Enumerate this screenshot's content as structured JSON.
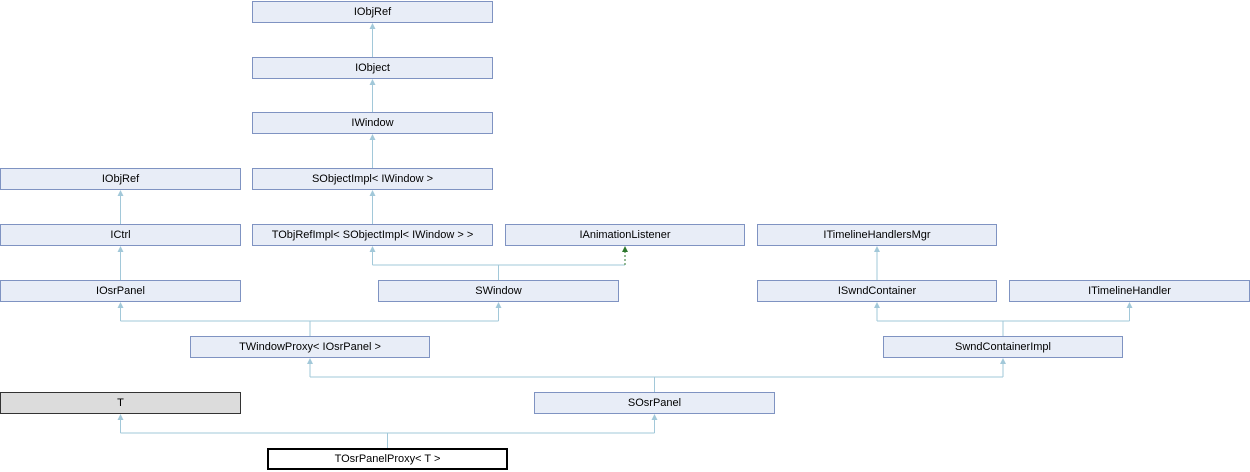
{
  "diagram": {
    "type": "class-inheritance-diagram",
    "nodes": [
      {
        "id": "iobjref_top",
        "label": "IObjRef",
        "style": "normal"
      },
      {
        "id": "iobject",
        "label": "IObject",
        "style": "normal"
      },
      {
        "id": "iwindow",
        "label": "IWindow",
        "style": "normal"
      },
      {
        "id": "iobjref_left",
        "label": "IObjRef",
        "style": "normal"
      },
      {
        "id": "sobjectimpl",
        "label": "SObjectImpl< IWindow >",
        "style": "normal"
      },
      {
        "id": "ictrl",
        "label": "ICtrl",
        "style": "normal"
      },
      {
        "id": "tobjrefimpl",
        "label": "TObjRefImpl< SObjectImpl< IWindow > >",
        "style": "normal"
      },
      {
        "id": "ianimationlistener",
        "label": "IAnimationListener",
        "style": "normal"
      },
      {
        "id": "itimelinehandlersmgr",
        "label": "ITimelineHandlersMgr",
        "style": "normal"
      },
      {
        "id": "iosrpanel",
        "label": "IOsrPanel",
        "style": "normal"
      },
      {
        "id": "swindow",
        "label": "SWindow",
        "style": "normal"
      },
      {
        "id": "iswndcontainer",
        "label": "ISwndContainer",
        "style": "normal"
      },
      {
        "id": "itimelinehandler",
        "label": "ITimelineHandler",
        "style": "normal"
      },
      {
        "id": "twindowproxy",
        "label": "TWindowProxy< IOsrPanel >",
        "style": "normal"
      },
      {
        "id": "swndcontainerimpl",
        "label": "SwndContainerImpl",
        "style": "normal"
      },
      {
        "id": "t",
        "label": "T",
        "style": "template-param"
      },
      {
        "id": "sosrpanel",
        "label": "SOsrPanel",
        "style": "normal"
      },
      {
        "id": "tosrpanelproxy",
        "label": "TOsrPanelProxy< T >",
        "style": "focus"
      }
    ],
    "edges": [
      {
        "from": "iobject",
        "to": "iobjref_top",
        "kind": "public"
      },
      {
        "from": "iwindow",
        "to": "iobject",
        "kind": "public"
      },
      {
        "from": "sobjectimpl",
        "to": "iwindow",
        "kind": "public"
      },
      {
        "from": "tobjrefimpl",
        "to": "sobjectimpl",
        "kind": "public"
      },
      {
        "from": "ictrl",
        "to": "iobjref_left",
        "kind": "public"
      },
      {
        "from": "iosrpanel",
        "to": "ictrl",
        "kind": "public"
      },
      {
        "from": "swindow",
        "to": "tobjrefimpl",
        "kind": "public"
      },
      {
        "from": "swindow",
        "to": "ianimationlistener",
        "kind": "protected"
      },
      {
        "from": "iswndcontainer",
        "to": "itimelinehandlersmgr",
        "kind": "public"
      },
      {
        "from": "twindowproxy",
        "to": "iosrpanel",
        "kind": "public"
      },
      {
        "from": "twindowproxy",
        "to": "swindow",
        "kind": "public"
      },
      {
        "from": "swndcontainerimpl",
        "to": "iswndcontainer",
        "kind": "public"
      },
      {
        "from": "swndcontainerimpl",
        "to": "itimelinehandler",
        "kind": "public"
      },
      {
        "from": "sosrpanel",
        "to": "twindowproxy",
        "kind": "public"
      },
      {
        "from": "sosrpanel",
        "to": "swndcontainerimpl",
        "kind": "public"
      },
      {
        "from": "tosrpanelproxy",
        "to": "t",
        "kind": "public"
      },
      {
        "from": "tosrpanelproxy",
        "to": "sosrpanel",
        "kind": "public"
      }
    ],
    "colors": {
      "background": "#ffffff",
      "node_fill": "#e8edf7",
      "node_border": "#7f93c2",
      "template_param_fill": "#dcdcdc",
      "template_param_border": "#333333",
      "focus_fill": "#ffffff",
      "focus_border": "#000000",
      "edge_public": "#a2c8d9",
      "edge_protected": "#2d772d",
      "text": "#000000"
    }
  }
}
